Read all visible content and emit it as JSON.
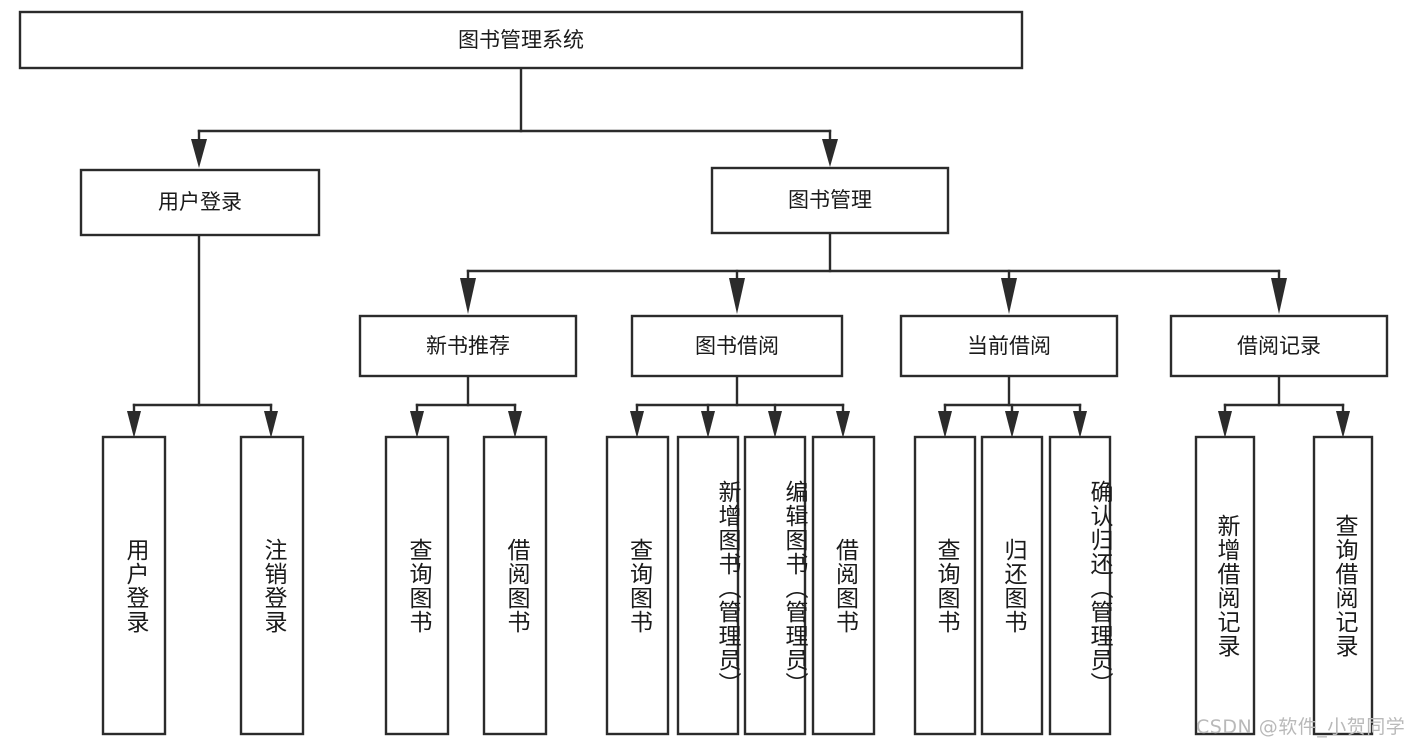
{
  "diagram": {
    "type": "tree-hierarchy",
    "title": "图书管理系统",
    "root": {
      "id": "root",
      "label": "图书管理系统",
      "orientation": "horizontal"
    },
    "level2": [
      {
        "id": "user-login",
        "label": "用户登录",
        "orientation": "horizontal"
      },
      {
        "id": "book-manage",
        "label": "图书管理",
        "orientation": "horizontal"
      }
    ],
    "level3": [
      {
        "id": "new-book-recommend",
        "label": "新书推荐",
        "orientation": "horizontal",
        "parent": "book-manage"
      },
      {
        "id": "book-borrow",
        "label": "图书借阅",
        "orientation": "horizontal",
        "parent": "book-manage"
      },
      {
        "id": "current-borrow",
        "label": "当前借阅",
        "orientation": "horizontal",
        "parent": "book-manage"
      },
      {
        "id": "borrow-record",
        "label": "借阅记录",
        "orientation": "horizontal",
        "parent": "book-manage"
      }
    ],
    "leaves": [
      {
        "id": "leaf-user-login",
        "label": "用户登录",
        "parent": "user-login",
        "orientation": "vertical"
      },
      {
        "id": "leaf-logout-login",
        "label": "注销登录",
        "parent": "user-login",
        "orientation": "vertical"
      },
      {
        "id": "leaf-query-book-1",
        "label": "查询图书",
        "parent": "new-book-recommend",
        "orientation": "vertical"
      },
      {
        "id": "leaf-borrow-book-1",
        "label": "借阅图书",
        "parent": "new-book-recommend",
        "orientation": "vertical"
      },
      {
        "id": "leaf-query-book-2",
        "label": "查询图书",
        "parent": "book-borrow",
        "orientation": "vertical"
      },
      {
        "id": "leaf-add-book",
        "label": "新增图书（管理员）",
        "parent": "book-borrow",
        "orientation": "vertical"
      },
      {
        "id": "leaf-edit-book",
        "label": "编辑图书（管理员）",
        "parent": "book-borrow",
        "orientation": "vertical"
      },
      {
        "id": "leaf-borrow-book-2",
        "label": "借阅图书",
        "parent": "book-borrow",
        "orientation": "vertical"
      },
      {
        "id": "leaf-query-book-3",
        "label": "查询图书",
        "parent": "current-borrow",
        "orientation": "vertical"
      },
      {
        "id": "leaf-return-book",
        "label": "归还图书",
        "parent": "current-borrow",
        "orientation": "vertical"
      },
      {
        "id": "leaf-confirm-return",
        "label": "确认归还（管理员）",
        "parent": "current-borrow",
        "orientation": "vertical"
      },
      {
        "id": "leaf-add-record",
        "label": "新增借阅记录",
        "parent": "borrow-record",
        "orientation": "vertical"
      },
      {
        "id": "leaf-query-record",
        "label": "查询借阅记录",
        "parent": "borrow-record",
        "orientation": "vertical"
      }
    ],
    "colors": {
      "stroke": "#2b2b2b",
      "fill": "#ffffff",
      "text": "#1a1a1a",
      "watermark": "#b9b9b9",
      "background": "#ffffff"
    }
  },
  "watermark": {
    "text": "CSDN @软件_小贺同学"
  }
}
